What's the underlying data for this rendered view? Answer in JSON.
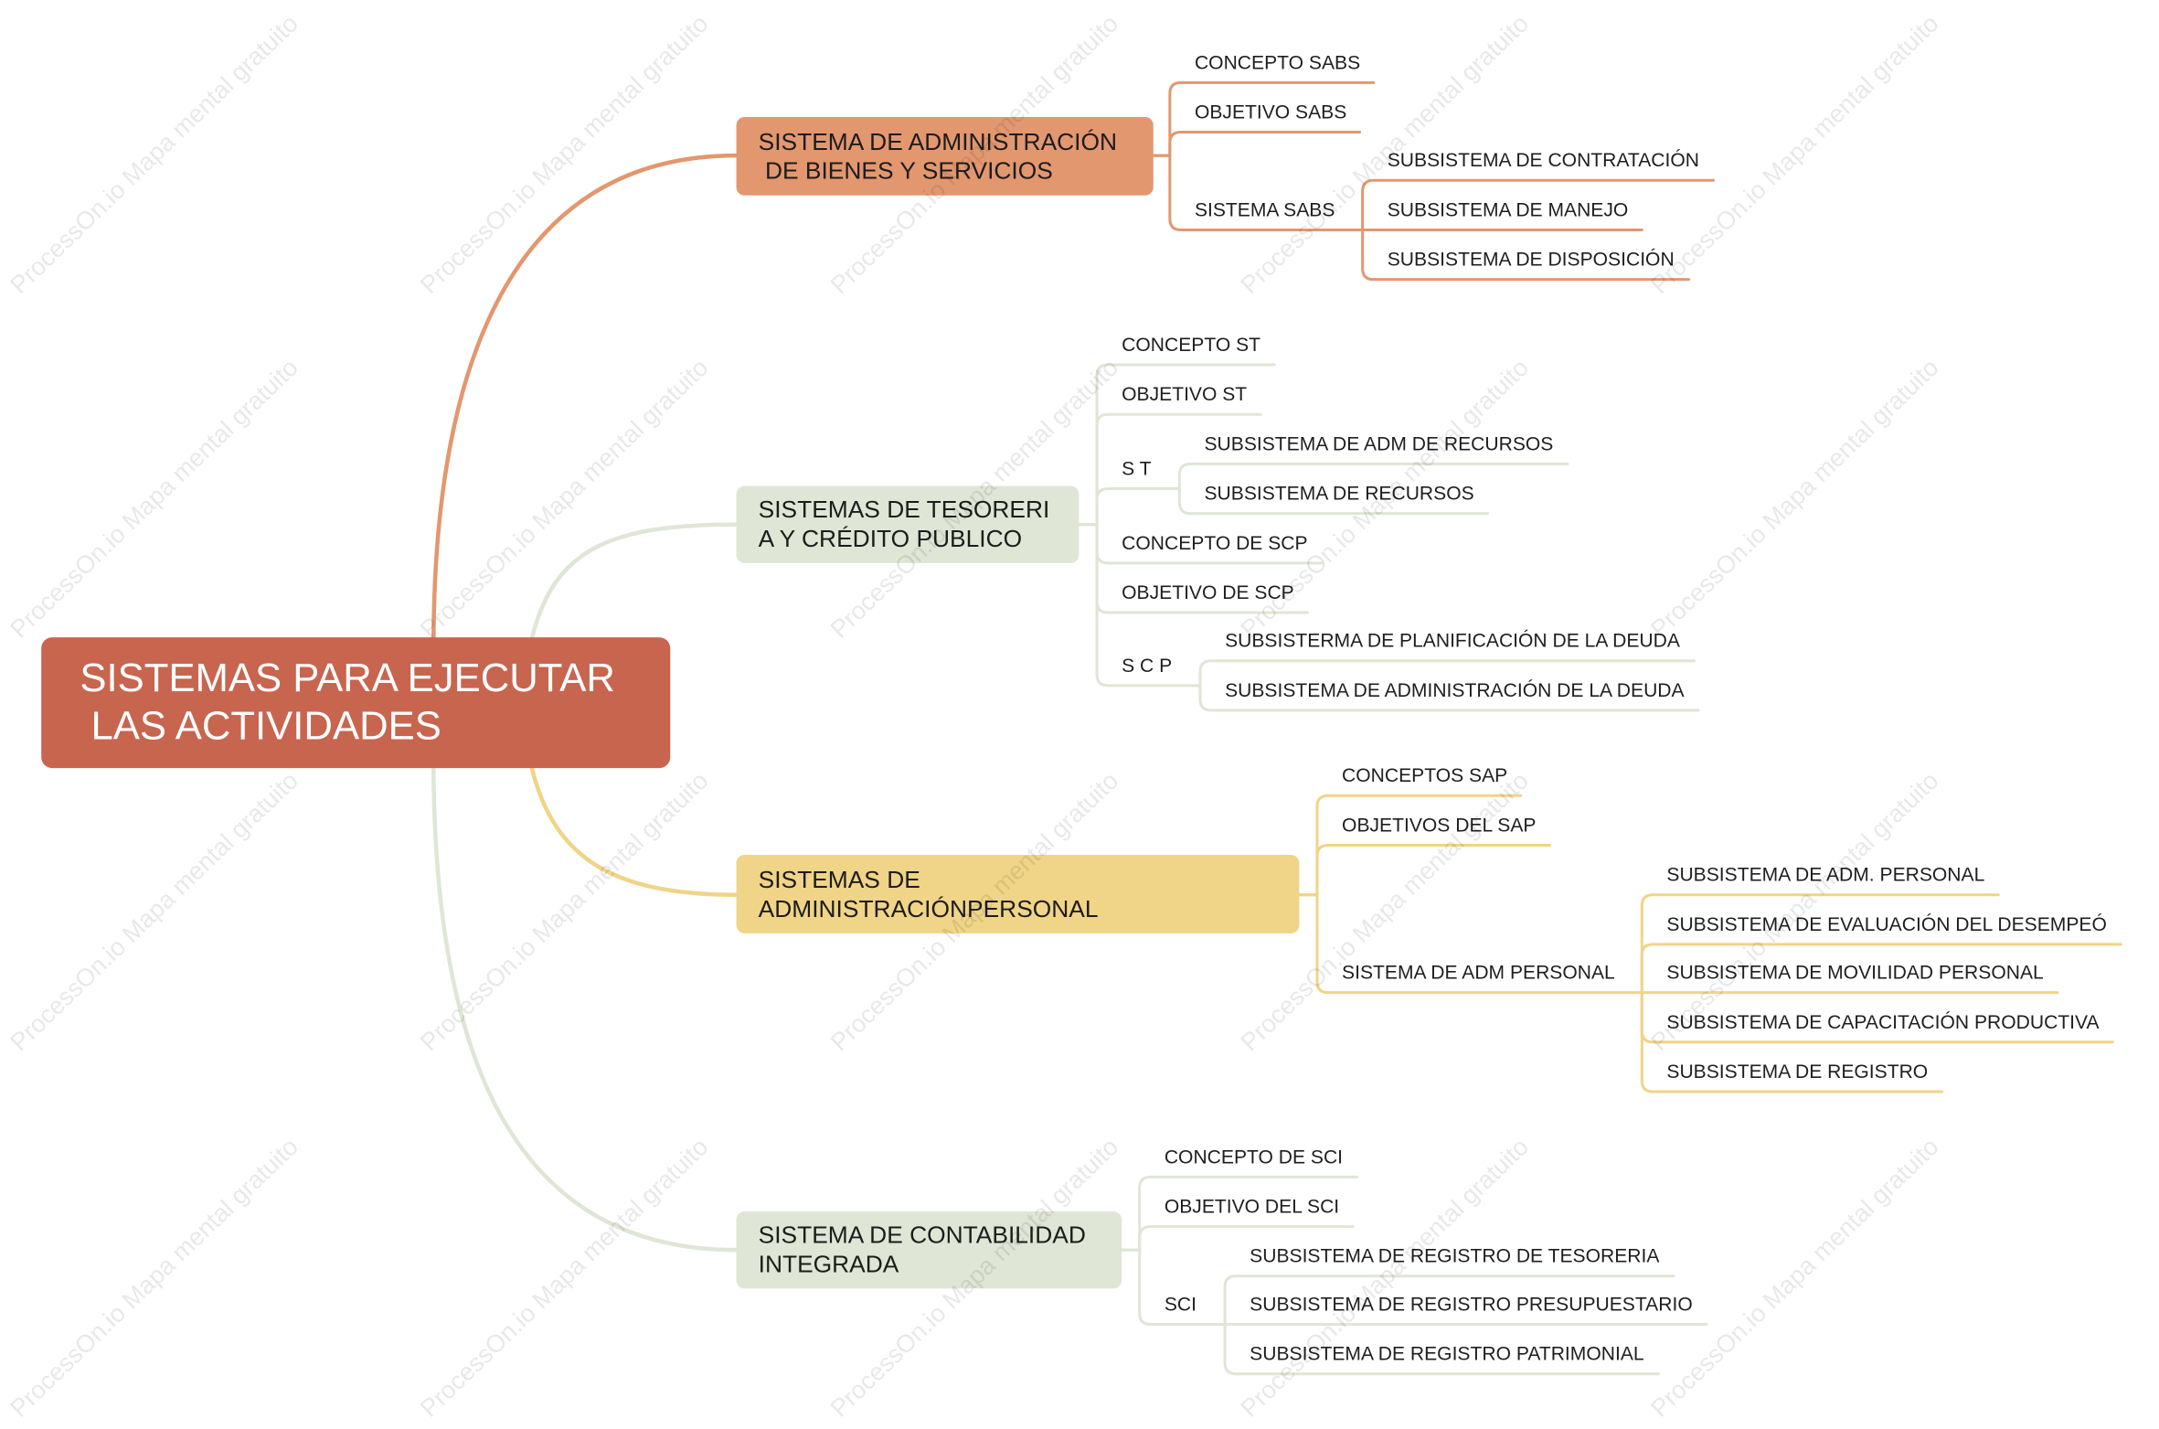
{
  "central": {
    "lines": [
      "SISTEMAS PARA EJECUTAR",
      " LAS ACTIVIDADES"
    ]
  },
  "branches": [
    {
      "lines": [
        "SISTEMA DE ADMINISTRACIÓN",
        " DE BIENES Y SERVICIOS"
      ],
      "children": [
        {
          "label": "CONCEPTO SABS"
        },
        {
          "label": "OBJETIVO SABS"
        },
        {
          "label": "SISTEMA SABS",
          "children": [
            {
              "label": "SUBSISTEMA DE CONTRATACIÓN"
            },
            {
              "label": "SUBSISTEMA DE MANEJO"
            },
            {
              "label": "SUBSISTEMA DE DISPOSICIÓN"
            }
          ]
        }
      ]
    },
    {
      "lines": [
        "SISTEMAS DE TESORERI",
        "A Y CRÉDITO PUBLICO"
      ],
      "children": [
        {
          "label": "CONCEPTO ST"
        },
        {
          "label": "OBJETIVO ST"
        },
        {
          "label": "S T",
          "children": [
            {
              "label": "SUBSISTEMA DE ADM DE RECURSOS"
            },
            {
              "label": "SUBSISTEMA DE RECURSOS"
            }
          ]
        },
        {
          "label": "CONCEPTO DE SCP"
        },
        {
          "label": "OBJETIVO DE SCP"
        },
        {
          "label": "S C P",
          "children": [
            {
              "label": "SUBSISTERMA DE PLANIFICACIÓN DE LA DEUDA"
            },
            {
              "label": "SUBSISTEMA DE ADMINISTRACIÓN DE LA DEUDA"
            }
          ]
        }
      ]
    },
    {
      "lines": [
        "SISTEMAS DE",
        "ADMINISTRACIÓNPERSONAL"
      ],
      "children": [
        {
          "label": "CONCEPTOS SAP"
        },
        {
          "label": "OBJETIVOS DEL SAP"
        },
        {
          "label": "SISTEMA DE ADM PERSONAL",
          "children": [
            {
              "label": "SUBSISTEMA DE ADM. PERSONAL"
            },
            {
              "label": "SUBSISTEMA DE EVALUACIÓN DEL DESEMPEÓ"
            },
            {
              "label": "SUBSISTEMA DE MOVILIDAD PERSONAL"
            },
            {
              "label": "SUBSISTEMA DE CAPACITACIÓN PRODUCTIVA"
            },
            {
              "label": "SUBSISTEMA DE REGISTRO"
            }
          ]
        }
      ]
    },
    {
      "lines": [
        "SISTEMA DE CONTABILIDAD",
        "INTEGRADA"
      ],
      "children": [
        {
          "label": "CONCEPTO DE SCI"
        },
        {
          "label": "OBJETIVO DEL SCI"
        },
        {
          "label": "SCI",
          "children": [
            {
              "label": "SUBSISTEMA DE REGISTRO DE TESORERIA"
            },
            {
              "label": "SUBSISTEMA DE REGISTRO PRESUPUESTARIO"
            },
            {
              "label": "SUBSISTEMA DE REGISTRO PATRIMONIAL"
            }
          ]
        }
      ]
    }
  ],
  "colors": {
    "central": "#C8654F",
    "branch_1": "#E3976F",
    "branch_2": "#DFE6D6",
    "branch_3": "#F0D487",
    "branch_4": "#DFE6D6",
    "central_text": "#FFFFFF",
    "topic_text": "#1C1C1C"
  },
  "watermark": "ProcessOn.io Mapa mental gratuito"
}
